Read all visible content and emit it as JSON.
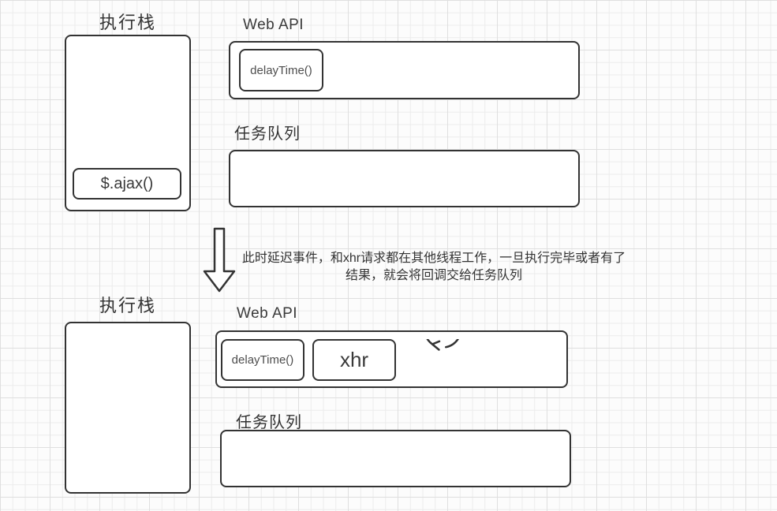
{
  "colors": {
    "stroke": "#333333",
    "text": "#333333",
    "item_text": "#4d4d4d",
    "background": "#fcfcfc",
    "grid_minor": "#ececec",
    "grid_major": "#dfdfdf",
    "shape_fill": "#ffffff"
  },
  "top": {
    "stack_label": "执行栈",
    "stack_item": "$.ajax()",
    "webapi_label": "Web API",
    "webapi_item": "delayTime()",
    "queue_label": "任务队列"
  },
  "note": {
    "line1": "此时延迟事件，和xhr请求都在其他线程工作，一旦执行完毕或者有了",
    "line2": "结果，就会将回调交给任务队列"
  },
  "bottom": {
    "stack_label": "执行栈",
    "webapi_label": "Web API",
    "webapi_item1": "delayTime()",
    "webapi_item2": "xhr",
    "queue_label": "任务队列"
  },
  "icons": {
    "flow_arrow": "down-arrow-icon",
    "webapi_loop": "loop-icon"
  }
}
